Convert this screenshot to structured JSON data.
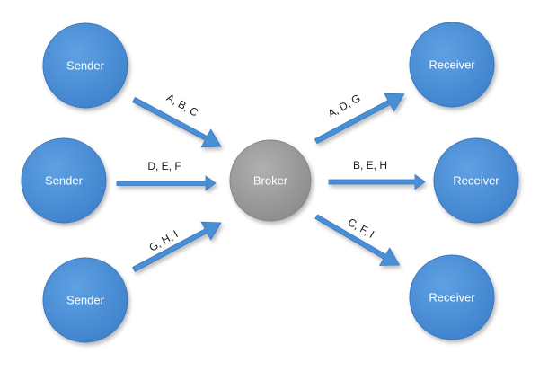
{
  "diagram": {
    "nodes": {
      "sender_1": "Sender",
      "sender_2": "Sender",
      "sender_3": "Sender",
      "broker": "Broker",
      "receiver_1": "Receiver",
      "receiver_2": "Receiver",
      "receiver_3": "Receiver"
    },
    "edges": {
      "sender_1_to_broker": "A, B, C",
      "sender_2_to_broker": "D, E, F",
      "sender_3_to_broker": "G, H, I",
      "broker_to_receiver_1": "A, D, G",
      "broker_to_receiver_2": "B, E, H",
      "broker_to_receiver_3": "C, F, I"
    }
  },
  "colors": {
    "node_fill": "#4a8fd6",
    "node_stroke": "#3a78bd",
    "broker_fill": "#9a9a9a",
    "broker_stroke": "#858585",
    "arrow_fill": "#4a8fd6",
    "arrow_stroke": "#3a78bd"
  }
}
